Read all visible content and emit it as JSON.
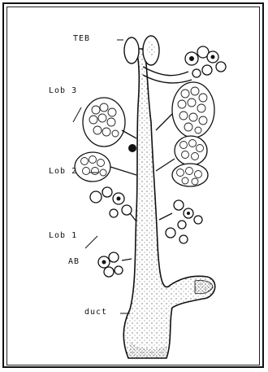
{
  "labels": {
    "teb": "TEB",
    "lob3": "Lob 3",
    "lob2": "Lob 2",
    "lob1": "Lob 1",
    "ab": "AB",
    "duct": "duct"
  }
}
